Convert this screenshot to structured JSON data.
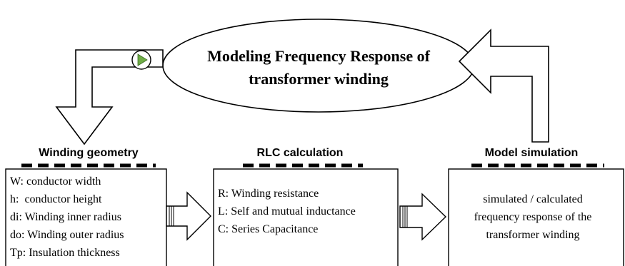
{
  "title": {
    "line1": "Modeling Frequency Response of",
    "line2": "transformer winding"
  },
  "sections": {
    "geometry": {
      "heading": "Winding geometry",
      "lines": [
        "W: conductor width",
        "h:  conductor height",
        "di: Winding inner radius",
        "do: Winding outer radius",
        "Tp: Insulation thickness"
      ]
    },
    "rlc": {
      "heading": "RLC calculation",
      "lines": [
        "R: Winding resistance",
        "L: Self and mutual inductance",
        "C: Series Capacitance"
      ]
    },
    "simulation": {
      "heading": "Model simulation",
      "lines": [
        "simulated / calculated",
        "frequency response of the",
        "transformer winding"
      ]
    }
  },
  "colors": {
    "stroke": "#000000",
    "fill": "#ffffff",
    "play_icon": "#70ad47"
  },
  "icons": {
    "play": "play-icon"
  }
}
